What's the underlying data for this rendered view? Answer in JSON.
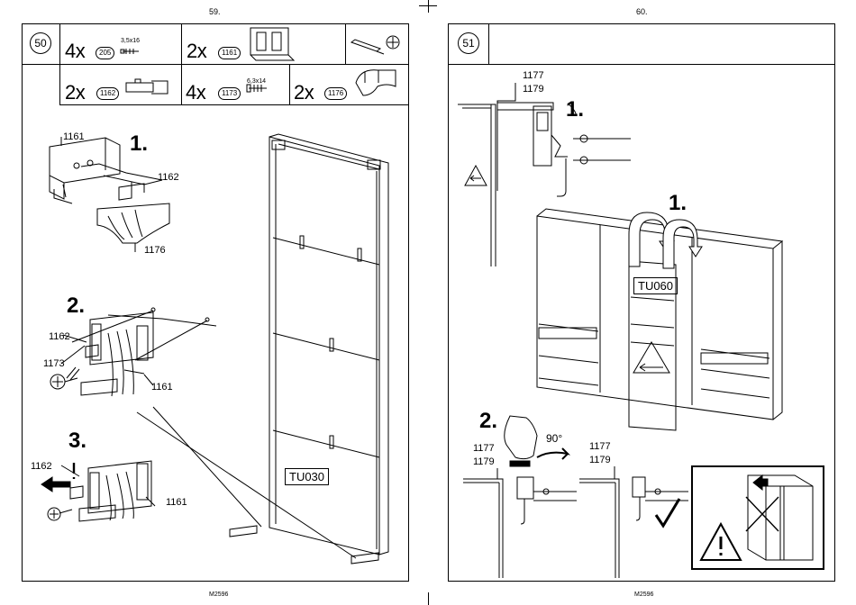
{
  "left_page": {
    "page_number": "59.",
    "footer": "M2596",
    "step_number": "50",
    "parts_row1": [
      {
        "qty": "4x",
        "code": "205",
        "dim": "3,5x16"
      },
      {
        "qty": "2x",
        "code": "1161",
        "dim": ""
      }
    ],
    "parts_row2": [
      {
        "qty": "2x",
        "code": "1162",
        "dim": ""
      },
      {
        "qty": "4x",
        "code": "1173",
        "dim": "6,3x14"
      },
      {
        "qty": "2x",
        "code": "1176",
        "dim": ""
      }
    ],
    "substeps": [
      "1.",
      "2.",
      "3."
    ],
    "labels": {
      "a1161": "1161",
      "a1162": "1162",
      "a1176": "1176",
      "b1162": "1162",
      "b1173": "1173",
      "b1161": "1161",
      "c1162": "1162",
      "c1161": "1161"
    },
    "panel_tag": "TU030"
  },
  "right_page": {
    "page_number": "60.",
    "footer": "M2596",
    "step_number": "51",
    "codes_top": [
      "1177",
      "1179"
    ],
    "substep1_top": "1.",
    "substep1_mid": "1.",
    "door_tag": "TU060",
    "substep2": "2.",
    "codes_left": [
      "1177",
      "1179"
    ],
    "angle": "90°",
    "codes_right": [
      "1177",
      "1179"
    ]
  }
}
